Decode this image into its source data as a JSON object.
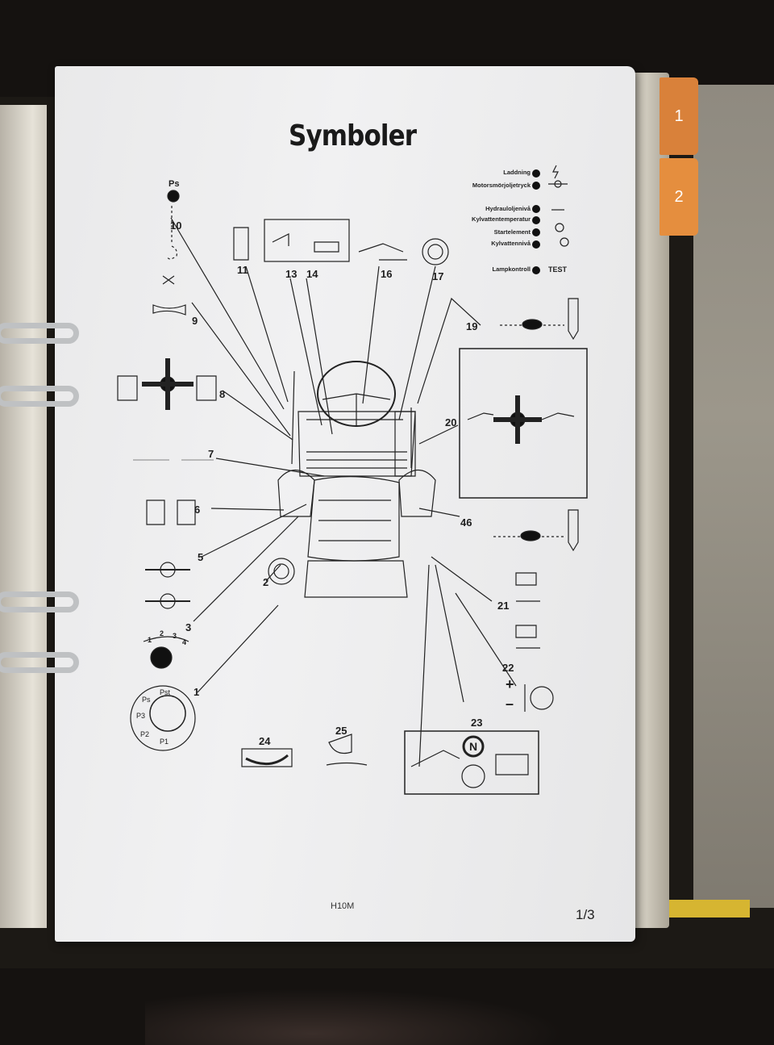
{
  "page": {
    "title": "Symboler",
    "footer_code": "H10M",
    "page_number": "1/3"
  },
  "tabs": [
    {
      "label": "1"
    },
    {
      "label": "2"
    }
  ],
  "ps_label": "Ps",
  "lamp_panel": {
    "items": [
      {
        "label": "Laddning"
      },
      {
        "label": "Motorsmörjoljetryck"
      },
      {
        "label": "Hydrauloljenivå"
      },
      {
        "label": "Kylvattentemperatur"
      },
      {
        "label": "Startelement"
      },
      {
        "label": "Kylvattennivå"
      },
      {
        "label": "Lampkontroll"
      }
    ],
    "test_label": "TEST"
  },
  "callouts": {
    "n1": "1",
    "n2": "2",
    "n3": "3",
    "n5": "5",
    "n6": "6",
    "n7": "7",
    "n8": "8",
    "n9": "9",
    "n10": "10",
    "n11": "11",
    "n13": "13",
    "n14": "14",
    "n16": "16",
    "n17": "17",
    "n19": "19",
    "n20": "20",
    "n21": "21",
    "n22": "22",
    "n23": "23",
    "n24": "24",
    "n25": "25",
    "n46": "46"
  },
  "throttle_marks": {
    "m1": "1",
    "m2": "2",
    "m3": "3",
    "m4": "4"
  },
  "pump_labels": {
    "ps": "Ps",
    "pst": "Pst",
    "p1": "P1",
    "p2": "P2",
    "p3": "P3"
  },
  "neutral_label": "N",
  "plus_sign": "+",
  "minus_sign": "–"
}
